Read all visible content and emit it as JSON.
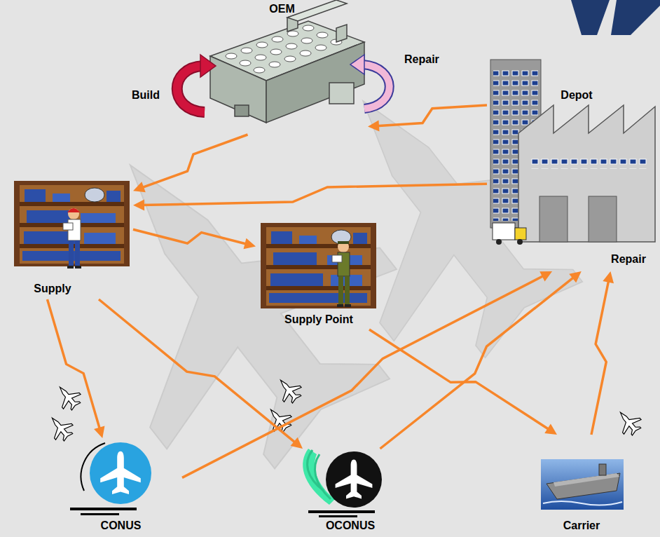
{
  "diagram": {
    "nodes": [
      {
        "text": [
          "OEM"
        ]
      },
      {
        "text": [
          "Supply"
        ]
      },
      {
        "text": [
          "Supply Point"
        ]
      },
      {
        "text": [
          "Depot",
          "Repair"
        ]
      },
      {
        "text": [
          "CONUS"
        ]
      },
      {
        "text": [
          "OCONUS"
        ]
      },
      {
        "text": [
          "Carrier"
        ]
      }
    ],
    "edges": [
      {
        "from": 0,
        "to": 1,
        "arrow": "to"
      },
      {
        "from": 3,
        "to": 0,
        "arrow": "to"
      },
      {
        "from": 3,
        "to": 1,
        "arrow": "to"
      },
      {
        "from": 1,
        "to": 2,
        "arrow": "to"
      },
      {
        "from": 1,
        "to": 4,
        "arrow": "to"
      },
      {
        "from": 1,
        "to": 5,
        "arrow": "to"
      },
      {
        "from": 2,
        "to": 6,
        "arrow": "to"
      },
      {
        "from": 4,
        "to": 3,
        "arrow": "to"
      },
      {
        "from": 5,
        "to": 3,
        "arrow": "to"
      },
      {
        "from": 6,
        "to": 3,
        "arrow": "to"
      }
    ],
    "labels": [
      "Build",
      "Repair"
    ]
  }
}
